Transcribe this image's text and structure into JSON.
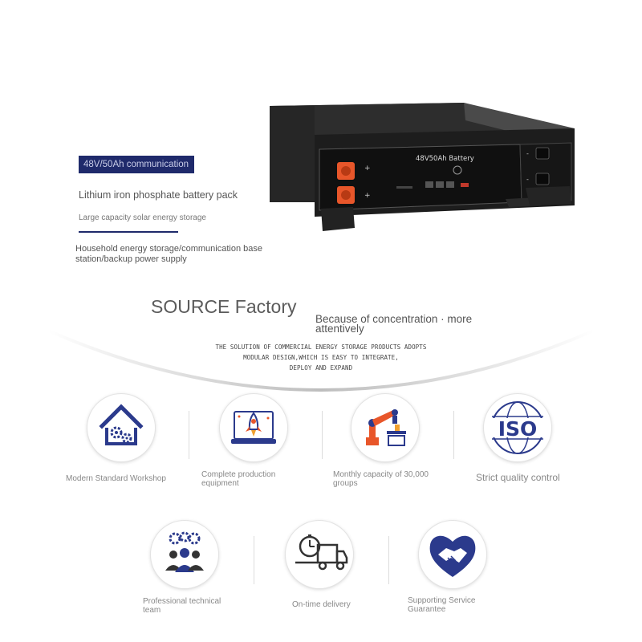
{
  "product": {
    "tag": "48V/50Ah communication",
    "line1": "Lithium iron phosphate battery pack",
    "line2": "Large capacity solar energy storage",
    "line3": "Household energy storage/communication base station/backup power supply",
    "battery_label": "48V50Ah Battery"
  },
  "factory": {
    "title": "SOURCE Factory",
    "slogan": "Because of concentration · more attentively",
    "desc_lines": [
      "THE SOLUTION OF COMMERCIAL ENERGY STORAGE PRODUCTS ADOPTS",
      "MODULAR DESIGN,WHICH IS EASY TO INTEGRATE,",
      "DEPLOY AND EXPAND"
    ]
  },
  "features": [
    {
      "label": "Modern Standard Workshop",
      "icon": "workshop-icon"
    },
    {
      "label": "Complete production equipment",
      "icon": "production-equipment-icon"
    },
    {
      "label": "Monthly capacity of 30,000 groups",
      "icon": "robot-arm-icon"
    },
    {
      "label": "Strict quality control",
      "icon": "iso-icon",
      "iso_text": "ISO"
    },
    {
      "label": "Professional technical team",
      "icon": "team-icon"
    },
    {
      "label": "On-time delivery",
      "icon": "delivery-truck-icon"
    },
    {
      "label": "Supporting Service Guarantee",
      "icon": "handshake-heart-icon"
    }
  ],
  "colors": {
    "brand_navy": "#1f2a6b",
    "accent_orange": "#e8562a",
    "iso_blue": "#2b3a8c"
  }
}
